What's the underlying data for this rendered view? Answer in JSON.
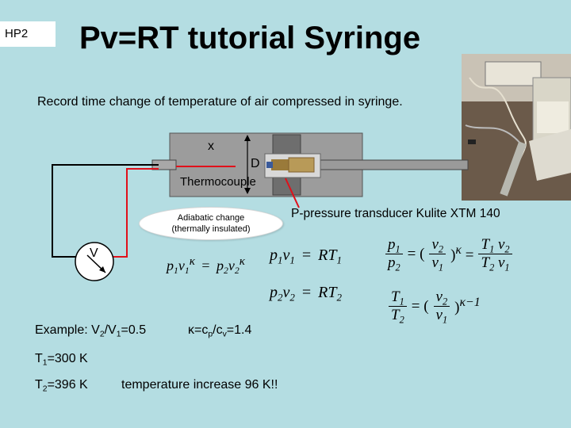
{
  "slide": {
    "badge": "HP2",
    "title": "Pv=RT tutorial Syringe",
    "subtitle": "Record time change of temperature of air compressed in syringe."
  },
  "diagram": {
    "label_x": "x",
    "label_d": "D",
    "label_thermocouple": "Thermocouple",
    "label_pressure": "P-pressure transducer Kulite XTM 140",
    "bubble_line1": "Adiabatic change",
    "bubble_line2": "(thermally insulated)",
    "label_voltmeter": "V"
  },
  "example": {
    "prefix": "Example: V",
    "sub1": "2",
    "slash": "/V",
    "sub2": "1",
    "value": "=0.5",
    "kappa_symbol": "κ",
    "kappa_eq": "=c",
    "kappa_sub_p": "p",
    "kappa_mid": "/c",
    "kappa_sub_v": "v",
    "kappa_value": "=1.4",
    "t1_label": "T",
    "t1_sub": "1",
    "t1_value": "=300 K",
    "t2_label": "T",
    "t2_sub": "2",
    "t2_value": "=396 K",
    "increase": "temperature increase 96 K!!"
  },
  "colors": {
    "background": "#b4dde2",
    "wire_red": "#e0101a",
    "cylinder": "#9c9c9c"
  }
}
